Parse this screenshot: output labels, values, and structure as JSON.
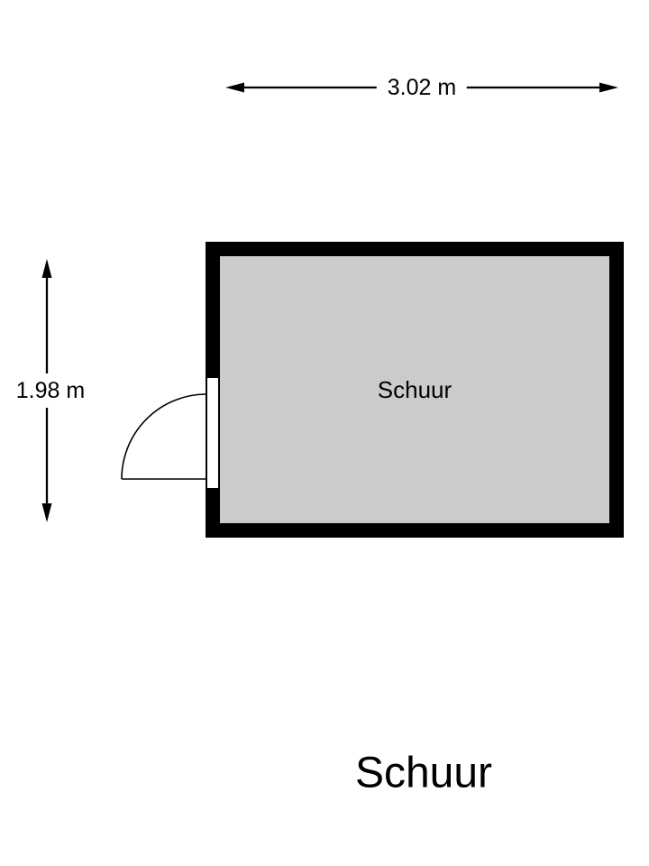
{
  "floorplan": {
    "title": "Schuur",
    "room": {
      "name": "Schuur"
    },
    "dimensions": {
      "width": "3.02 m",
      "height": "1.98 m"
    },
    "icons": {
      "width_arrow": "double-headed-horizontal-arrow",
      "height_arrow": "double-headed-vertical-arrow",
      "door": "door-swing-quarter-arc"
    },
    "colors": {
      "wall": "#000000",
      "floor": "#cbcbcb",
      "background": "#ffffff",
      "text": "#000000"
    }
  }
}
